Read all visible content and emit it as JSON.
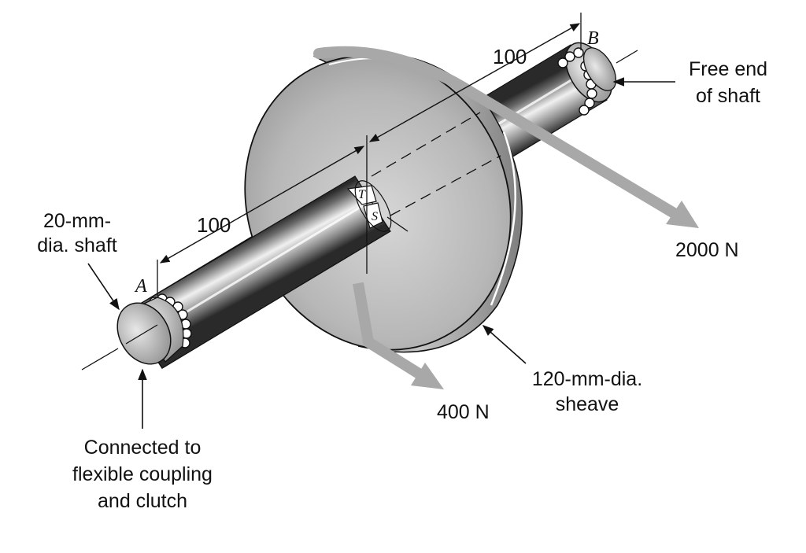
{
  "figure": {
    "labels": {
      "point_a": "A",
      "point_b": "B",
      "strain_t": "T",
      "strain_s": "S",
      "dim_left": "100",
      "dim_right": "100",
      "force_large": "2000 N",
      "force_small": "400 N",
      "shaft_line1": "20-mm-",
      "shaft_line2": "dia. shaft",
      "sheave_line1": "120-mm-dia.",
      "sheave_line2": "sheave",
      "free_line1": "Free end",
      "free_line2": "of shaft",
      "conn_line1": "Connected to",
      "conn_line2": "flexible coupling",
      "conn_line3": "and clutch"
    },
    "colors": {
      "ink": "#111111",
      "belt_arrow": "#a8a8a8",
      "sheave_face": "#bdbdbd",
      "sheave_rim": "#8a8a8a",
      "shaft_dark": "#2a2a2a",
      "shaft_light": "#eeeeee"
    }
  }
}
